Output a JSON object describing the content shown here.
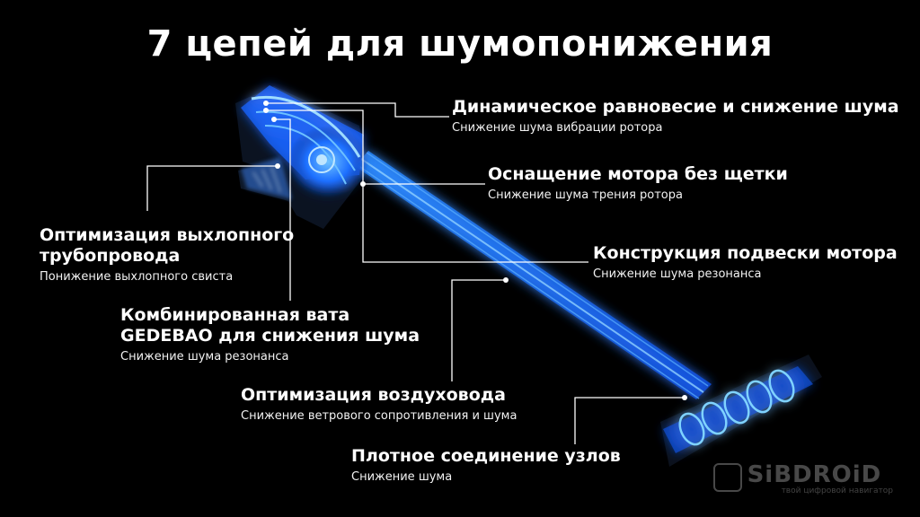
{
  "title": "7 цепей для шумопонижения",
  "callouts": [
    {
      "heading": "Динамическое равновесие и снижение шума",
      "sub": "Снижение шума вибрации ротора"
    },
    {
      "heading": "Оснащение мотора без щетки",
      "sub": "Снижение шума трения ротора"
    },
    {
      "heading": "Конструкция подвески мотора",
      "sub": "Снижение шума резонанса"
    },
    {
      "heading_line1": "Оптимизация выхлопного",
      "heading_line2": "трубопровода",
      "sub": "Понижение выхлопного свиста"
    },
    {
      "heading_line1": "Комбинированная вата",
      "heading_line2": "GEDEBAO для снижения шума",
      "sub": "Снижение шума резонанса"
    },
    {
      "heading": "Оптимизация воздуховода",
      "sub": "Снижение ветрового сопротивления и шума"
    },
    {
      "heading": "Плотное соединение узлов",
      "sub": "Снижение шума"
    }
  ],
  "watermark": {
    "name": "SiBDROiD",
    "tagline": "твой цифровой навигатор"
  },
  "colors": {
    "background": "#000000",
    "glow": "#1e6dff",
    "line": "#ffffff",
    "text": "#ffffff"
  },
  "illustration": "stick-vacuum-xray-icon"
}
